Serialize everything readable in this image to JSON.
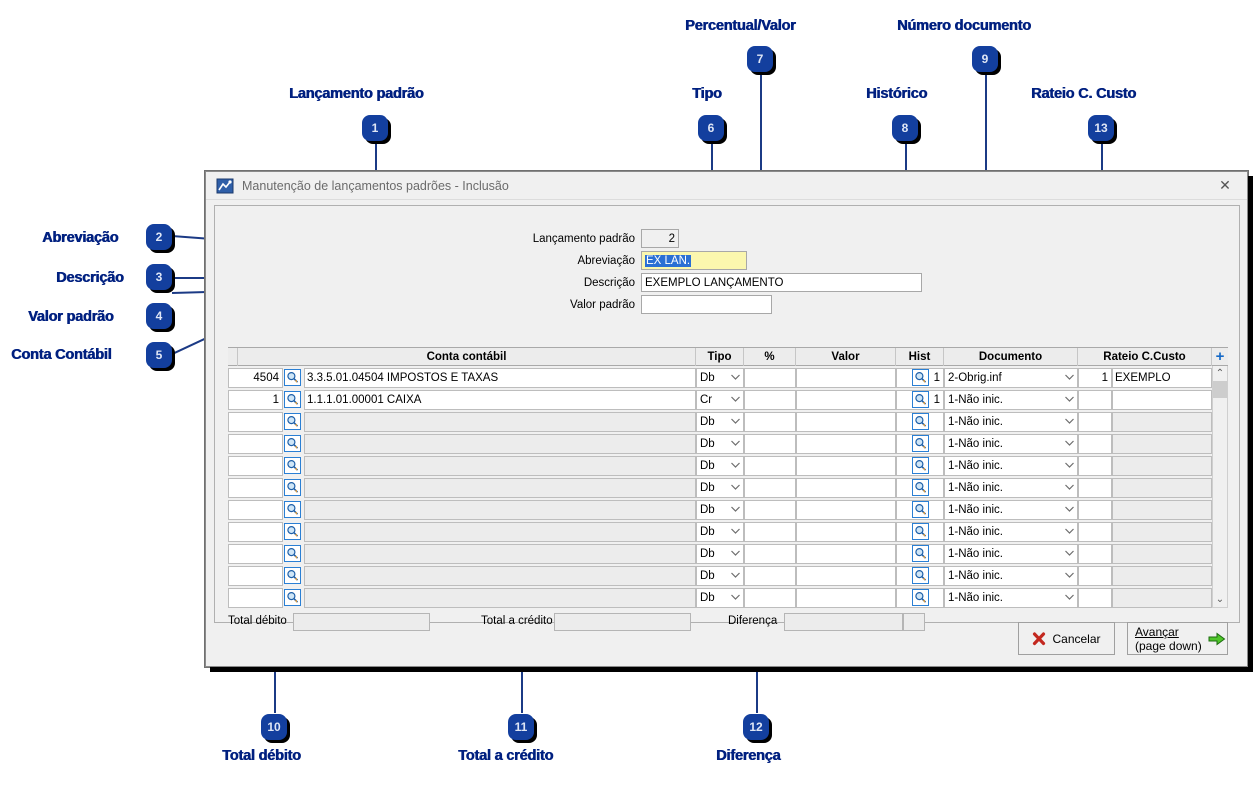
{
  "window": {
    "title": "Manutenção de lançamentos padrões - Inclusão",
    "icon": "app-window-icon",
    "close_icon": "✕"
  },
  "form": {
    "lancamento_padrao_label": "Lançamento padrão",
    "lancamento_padrao_value": "2",
    "abreviacao_label": "Abreviação",
    "abreviacao_value": "EX LAN.",
    "descricao_label": "Descrição",
    "descricao_value": "EXEMPLO LANÇAMENTO",
    "valor_padrao_label": "Valor padrão",
    "valor_padrao_value": ""
  },
  "grid": {
    "columns": [
      "Conta contábil",
      "Tipo",
      "%",
      "Valor",
      "Hist",
      "Documento",
      "Rateio C.Custo"
    ],
    "add_icon": "+",
    "lupa_icon": "magnifier-icon",
    "rows": [
      {
        "codigo": "4504",
        "conta": "3.3.5.01.04504 IMPOSTOS E TAXAS",
        "tipo": "Db",
        "pct": "",
        "valor": "",
        "hist": "1",
        "documento": "2-Obrig.inf",
        "rateio_num": "1",
        "rateio_txt": "EXEMPLO"
      },
      {
        "codigo": "1",
        "conta": "1.1.1.01.00001 CAIXA",
        "tipo": "Cr",
        "pct": "",
        "valor": "",
        "hist": "1",
        "documento": "1-Não inic.",
        "rateio_num": "",
        "rateio_txt": ""
      },
      {
        "codigo": "",
        "conta": "",
        "tipo": "Db",
        "pct": "",
        "valor": "",
        "hist": "",
        "documento": "1-Não inic.",
        "rateio_num": "",
        "rateio_txt": ""
      },
      {
        "codigo": "",
        "conta": "",
        "tipo": "Db",
        "pct": "",
        "valor": "",
        "hist": "",
        "documento": "1-Não inic.",
        "rateio_num": "",
        "rateio_txt": ""
      },
      {
        "codigo": "",
        "conta": "",
        "tipo": "Db",
        "pct": "",
        "valor": "",
        "hist": "",
        "documento": "1-Não inic.",
        "rateio_num": "",
        "rateio_txt": ""
      },
      {
        "codigo": "",
        "conta": "",
        "tipo": "Db",
        "pct": "",
        "valor": "",
        "hist": "",
        "documento": "1-Não inic.",
        "rateio_num": "",
        "rateio_txt": ""
      },
      {
        "codigo": "",
        "conta": "",
        "tipo": "Db",
        "pct": "",
        "valor": "",
        "hist": "",
        "documento": "1-Não inic.",
        "rateio_num": "",
        "rateio_txt": ""
      },
      {
        "codigo": "",
        "conta": "",
        "tipo": "Db",
        "pct": "",
        "valor": "",
        "hist": "",
        "documento": "1-Não inic.",
        "rateio_num": "",
        "rateio_txt": ""
      },
      {
        "codigo": "",
        "conta": "",
        "tipo": "Db",
        "pct": "",
        "valor": "",
        "hist": "",
        "documento": "1-Não inic.",
        "rateio_num": "",
        "rateio_txt": ""
      },
      {
        "codigo": "",
        "conta": "",
        "tipo": "Db",
        "pct": "",
        "valor": "",
        "hist": "",
        "documento": "1-Não inic.",
        "rateio_num": "",
        "rateio_txt": ""
      },
      {
        "codigo": "",
        "conta": "",
        "tipo": "Db",
        "pct": "",
        "valor": "",
        "hist": "",
        "documento": "1-Não inic.",
        "rateio_num": "",
        "rateio_txt": ""
      }
    ],
    "scroll": {
      "up": "⌃",
      "down": "⌄"
    }
  },
  "totals": {
    "total_debito_label": "Total débito",
    "total_debito_value": "",
    "total_credito_label": "Total a crédito",
    "total_credito_value": "",
    "diferenca_label": "Diferença",
    "diferenca_value": ""
  },
  "footer": {
    "cancel_label": "Cancelar",
    "cancel_icon": "red-x-icon",
    "advance_label_1": "Avançar",
    "advance_label_2": "(page down)",
    "advance_icon": "green-arrow-right-icon"
  },
  "annotations": [
    {
      "n": "1",
      "label": "Lançamento padrão"
    },
    {
      "n": "2",
      "label": "Abreviação"
    },
    {
      "n": "3",
      "label": "Descrição"
    },
    {
      "n": "4",
      "label": "Valor padrão"
    },
    {
      "n": "5",
      "label": "Conta Contábil"
    },
    {
      "n": "6",
      "label": "Tipo"
    },
    {
      "n": "7",
      "label": "Percentual/Valor"
    },
    {
      "n": "8",
      "label": "Histórico"
    },
    {
      "n": "9",
      "label": "Número documento"
    },
    {
      "n": "10",
      "label": "Total débito"
    },
    {
      "n": "11",
      "label": "Total a crédito"
    },
    {
      "n": "12",
      "label": "Diferença"
    },
    {
      "n": "13",
      "label": "Rateio C. Custo"
    }
  ],
  "colors": {
    "annotation_blue": "#002080",
    "badge_blue": "#133f9e",
    "highlight_yellow": "#fbf7ae",
    "selection_blue": "#2a6fd4",
    "link_blue": "#1569c7"
  }
}
